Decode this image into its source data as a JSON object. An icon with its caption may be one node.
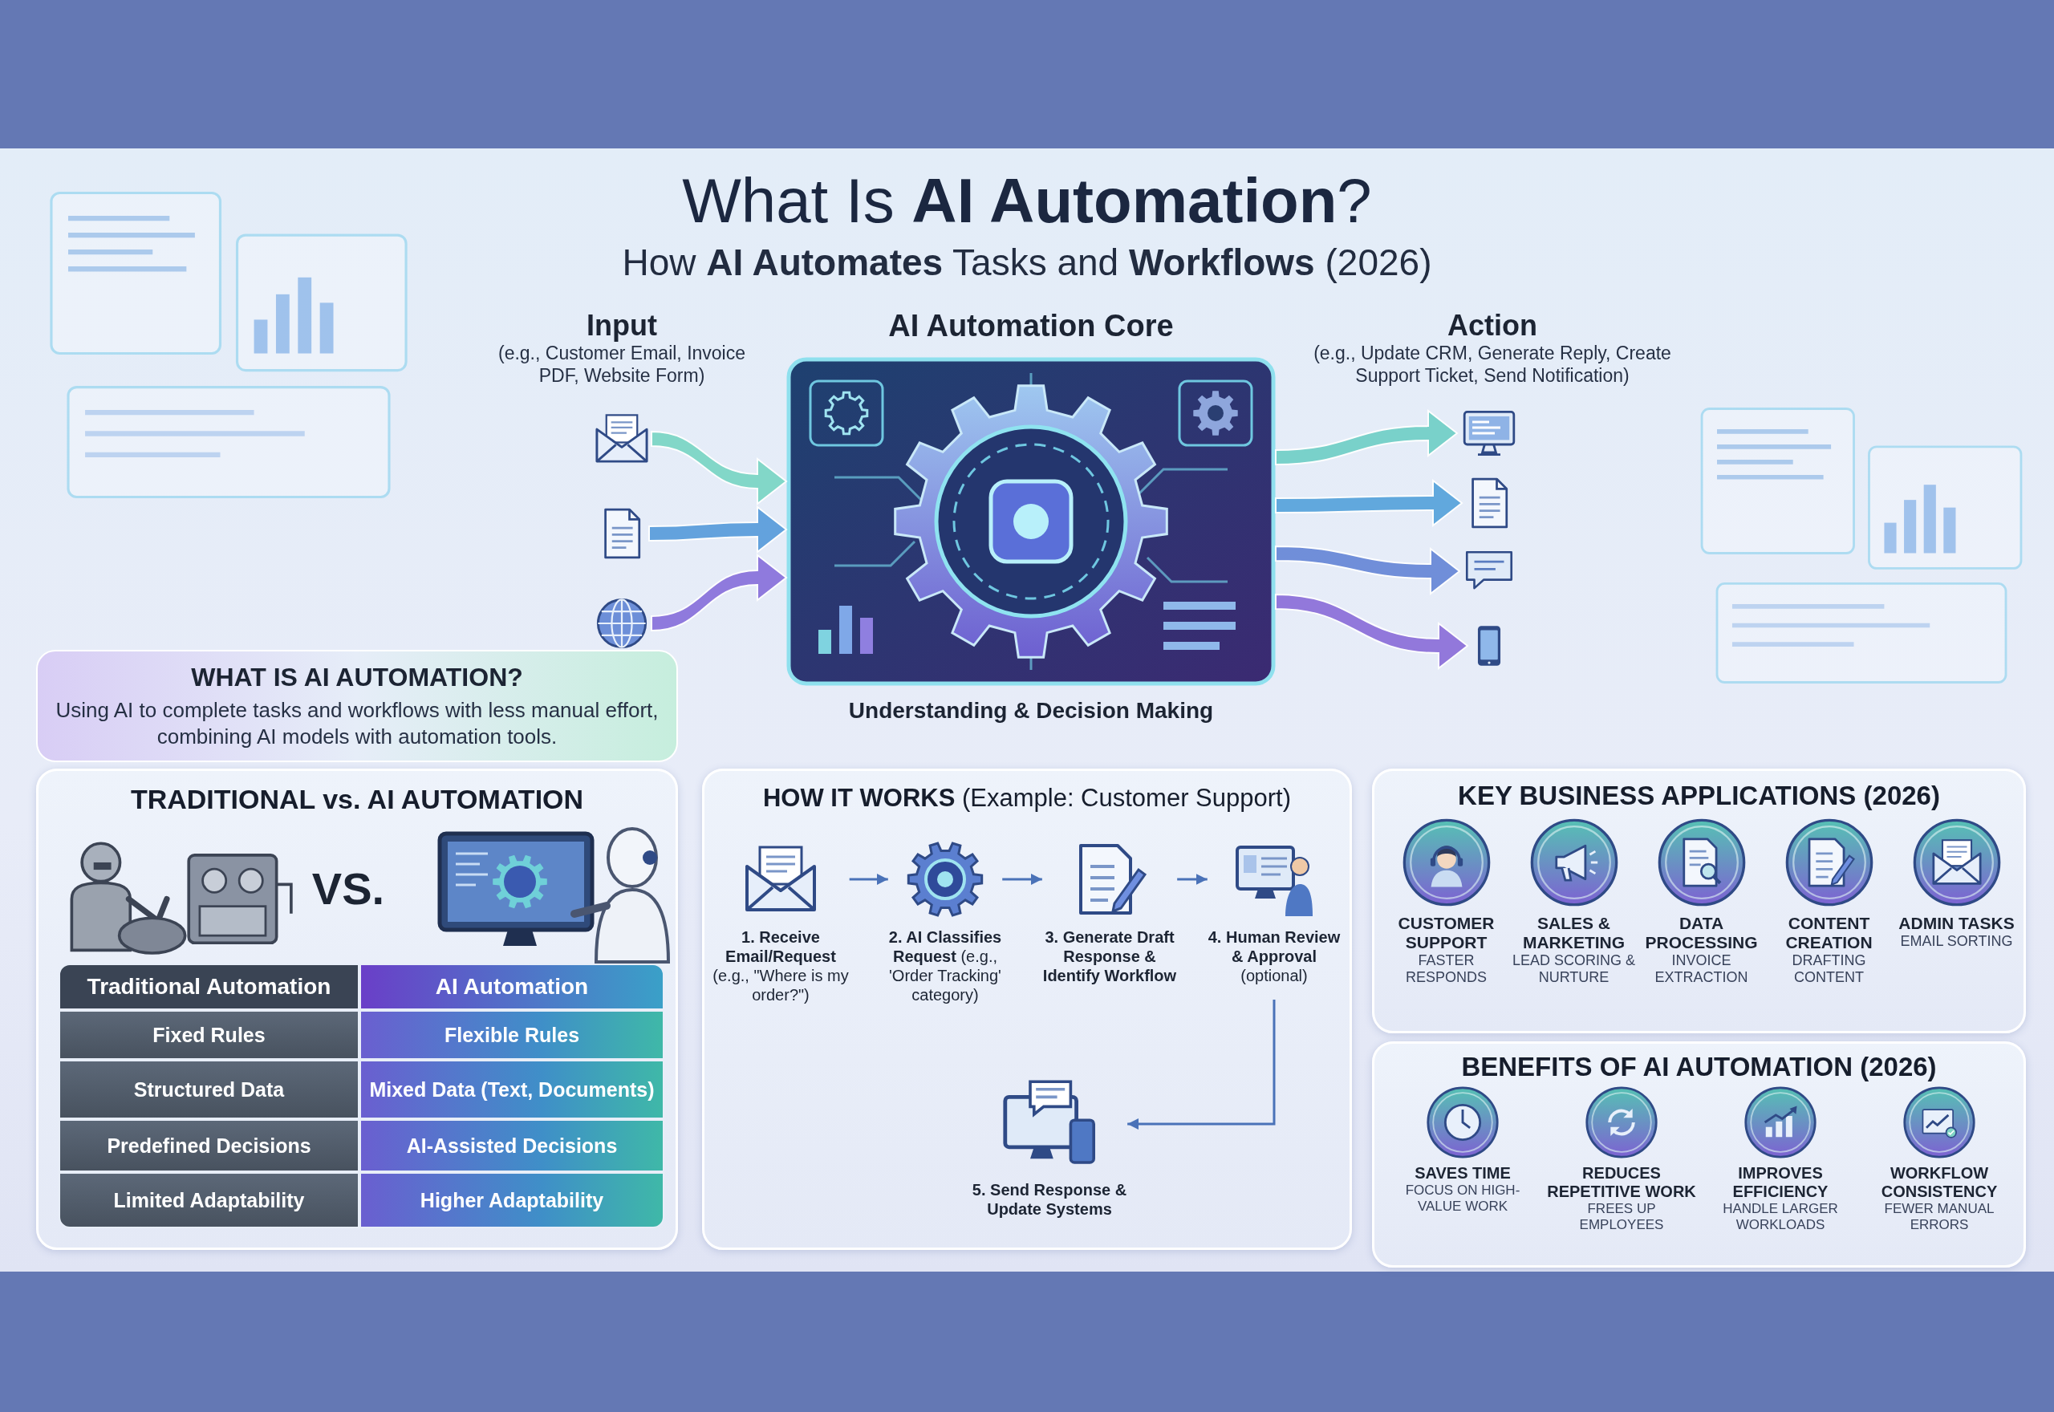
{
  "diagram": {
    "title": "What Is **AI Automation**?",
    "nodes": [
      {
        "text": [
          "Input",
          "(e.g., Customer Email, Invoice PDF, Website Form)"
        ]
      },
      {
        "text": [],
        "shape": "picture",
        "in": 0
      },
      {
        "text": [],
        "shape": "picture",
        "in": 0
      },
      {
        "text": [],
        "shape": "picture",
        "in": 0
      },
      {
        "text": [
          "AI Automation Core",
          "Understanding & Decision Making"
        ]
      },
      {
        "text": [
          "Action",
          "(e.g., Update CRM, Generate Reply, Create Support Ticket, Send Notification)"
        ]
      },
      {
        "text": [],
        "shape": "picture",
        "in": 5
      },
      {
        "text": [],
        "shape": "picture",
        "in": 5
      },
      {
        "text": [],
        "shape": "picture",
        "in": 5
      },
      {
        "text": [],
        "shape": "picture",
        "in": 5
      },
      {
        "text": [
          "WHAT IS AI AUTOMATION?",
          "Using AI to complete tasks and workflows with less manual effort, combining AI models with automation tools."
        ]
      },
      {
        "text": [
          "TRADITIONAL vs. AI AUTOMATION"
        ]
      },
      {
        "text": [
          "Traditional Automation"
        ],
        "in": 11
      },
      {
        "text": [
          "AI Automation"
        ],
        "in": 11
      },
      {
        "text": [
          "Fixed Rules"
        ],
        "in": 11
      },
      {
        "text": [
          "Flexible Rules"
        ],
        "in": 11
      },
      {
        "text": [
          "Structured Data"
        ],
        "in": 11
      },
      {
        "text": [
          "Mixed Data (Text, Documents)"
        ],
        "in": 11
      },
      {
        "text": [
          "Predefined Decisions"
        ],
        "in": 11
      },
      {
        "text": [
          "AI-Assisted Decisions"
        ],
        "in": 11
      },
      {
        "text": [
          "Limited Adaptability"
        ],
        "in": 11
      },
      {
        "text": [
          "Higher Adaptability"
        ],
        "in": 11
      },
      {
        "text": [
          "**HOW IT WORKS** (Example: Customer Support)"
        ]
      },
      {
        "text": [
          "1. Receive Email/Request",
          "(e.g., \"Where is my order?\")"
        ],
        "in": 22
      },
      {
        "text": [
          "**2. AI Classifies Request** (e.g., 'Order Tracking' category)"
        ],
        "in": 22
      },
      {
        "text": [
          "3. Generate Draft Response & Identify Workflow"
        ],
        "in": 22
      },
      {
        "text": [
          "4. Human Review & Approval",
          "(optional)"
        ],
        "in": 22
      },
      {
        "text": [
          "5. Send Response & Update Systems"
        ],
        "in": 22
      },
      {
        "text": [
          "KEY BUSINESS APPLICATIONS (2026)"
        ]
      },
      {
        "text": [
          "CUSTOMER SUPPORT",
          "FASTER RESPONDS"
        ],
        "in": 28
      },
      {
        "text": [
          "SALES & MARKETING",
          "LEAD SCORING & NURTURE"
        ],
        "in": 28
      },
      {
        "text": [
          "DATA PROCESSING",
          "INVOICE EXTRACTION"
        ],
        "in": 28
      },
      {
        "text": [
          "CONTENT CREATION",
          "DRAFTING CONTENT"
        ],
        "in": 28
      },
      {
        "text": [
          "ADMIN TASKS",
          "EMAIL SORTING"
        ],
        "in": 28
      },
      {
        "text": [
          "BENEFITS OF AI AUTOMATION (2026)"
        ]
      },
      {
        "text": [
          "SAVES TIME",
          "FOCUS ON HIGH-VALUE WORK"
        ],
        "in": 34
      },
      {
        "text": [
          "REDUCES REPETITIVE WORK",
          "FREES UP EMPLOYEES"
        ],
        "in": 34
      },
      {
        "text": [
          "IMPROVES EFFICIENCY",
          "HANDLE LARGER WORKLOADS"
        ],
        "in": 34
      },
      {
        "text": [
          "WORKFLOW CONSISTENCY",
          "FEWER MANUAL ERRORS"
        ],
        "in": 34
      }
    ],
    "edges": [
      {
        "from": 1,
        "to": 4,
        "arrow": "to",
        "style": "thick",
        "color": "#7dd6c6"
      },
      {
        "from": 2,
        "to": 4,
        "arrow": "to",
        "style": "thick",
        "color": "#5c9fdc"
      },
      {
        "from": 3,
        "to": 4,
        "arrow": "to",
        "style": "thick",
        "color": "#8b74dc"
      },
      {
        "from": 4,
        "to": 6,
        "arrow": "to",
        "style": "thick",
        "color": "#74d0c8"
      },
      {
        "from": 4,
        "to": 7,
        "arrow": "to",
        "style": "thick",
        "color": "#5aa5dc"
      },
      {
        "from": 4,
        "to": 8,
        "arrow": "to",
        "style": "thick",
        "color": "#6a8ad8"
      },
      {
        "from": 4,
        "to": 9,
        "arrow": "to",
        "style": "thick",
        "color": "#8e72da"
      },
      {
        "from": 23,
        "to": 24,
        "arrow": "to"
      },
      {
        "from": 24,
        "to": 25,
        "arrow": "to"
      },
      {
        "from": 25,
        "to": 26,
        "arrow": "to"
      },
      {
        "from": 26,
        "to": 27,
        "arrow": "to"
      }
    ],
    "labels": [
      "How **AI Automates** Tasks and **Workflows** (2026)",
      "VS."
    ]
  }
}
